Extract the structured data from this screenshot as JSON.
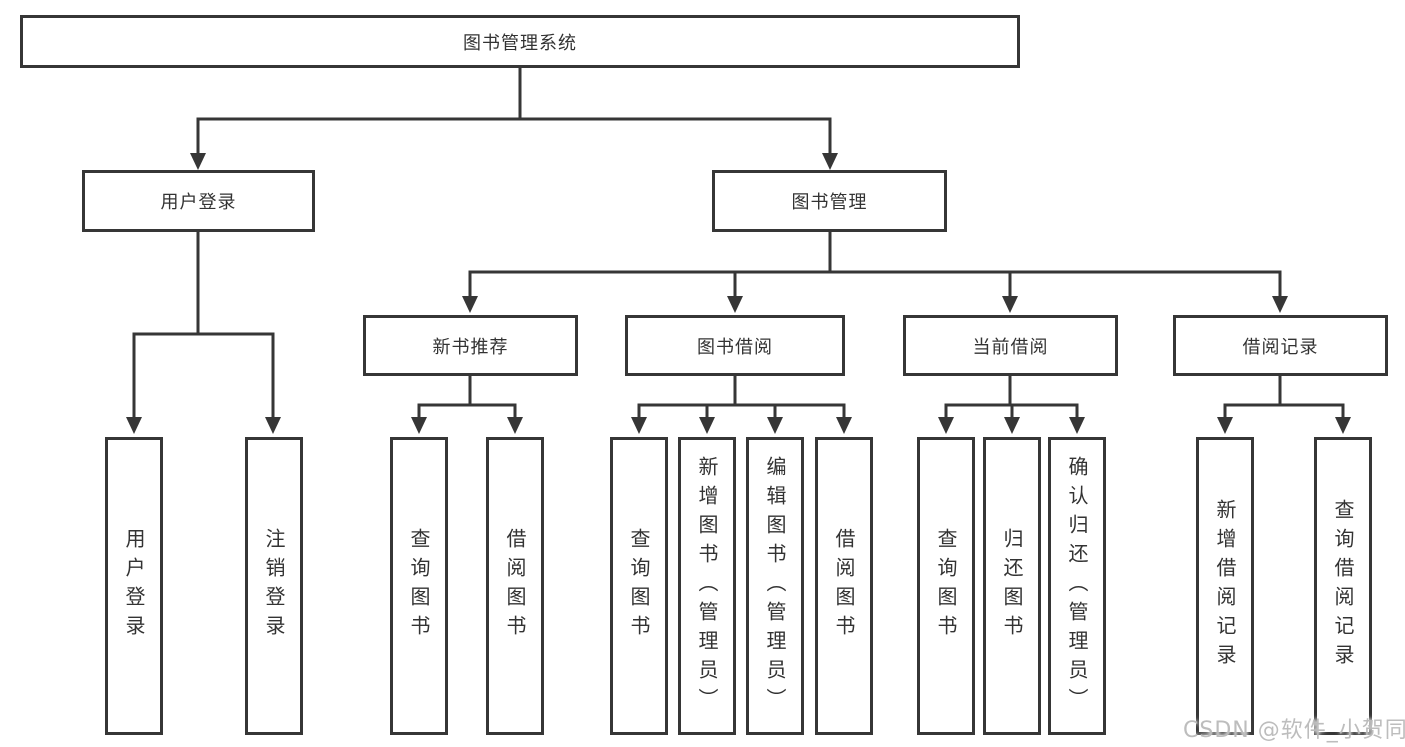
{
  "tree": {
    "label": "图书管理系统",
    "children": [
      {
        "label": "用户登录",
        "children": [
          {
            "label": "用户登录"
          },
          {
            "label": "注销登录"
          }
        ]
      },
      {
        "label": "图书管理",
        "children": [
          {
            "label": "新书推荐",
            "children": [
              {
                "label": "查询图书"
              },
              {
                "label": "借阅图书"
              }
            ]
          },
          {
            "label": "图书借阅",
            "children": [
              {
                "label": "查询图书"
              },
              {
                "label": "新增图书（管理员）"
              },
              {
                "label": "编辑图书（管理员）"
              },
              {
                "label": "借阅图书"
              }
            ]
          },
          {
            "label": "当前借阅",
            "children": [
              {
                "label": "查询图书"
              },
              {
                "label": "归还图书"
              },
              {
                "label": "确认归还（管理员）"
              }
            ]
          },
          {
            "label": "借阅记录",
            "children": [
              {
                "label": "新增借阅记录"
              },
              {
                "label": "查询借阅记录"
              }
            ]
          }
        ]
      }
    ]
  },
  "watermark": {
    "text": "CSDN @软件_小贺同学"
  },
  "colors": {
    "line": "#363636",
    "text": "#333333",
    "background": "#ffffff",
    "watermark": "#b9b9b9"
  }
}
